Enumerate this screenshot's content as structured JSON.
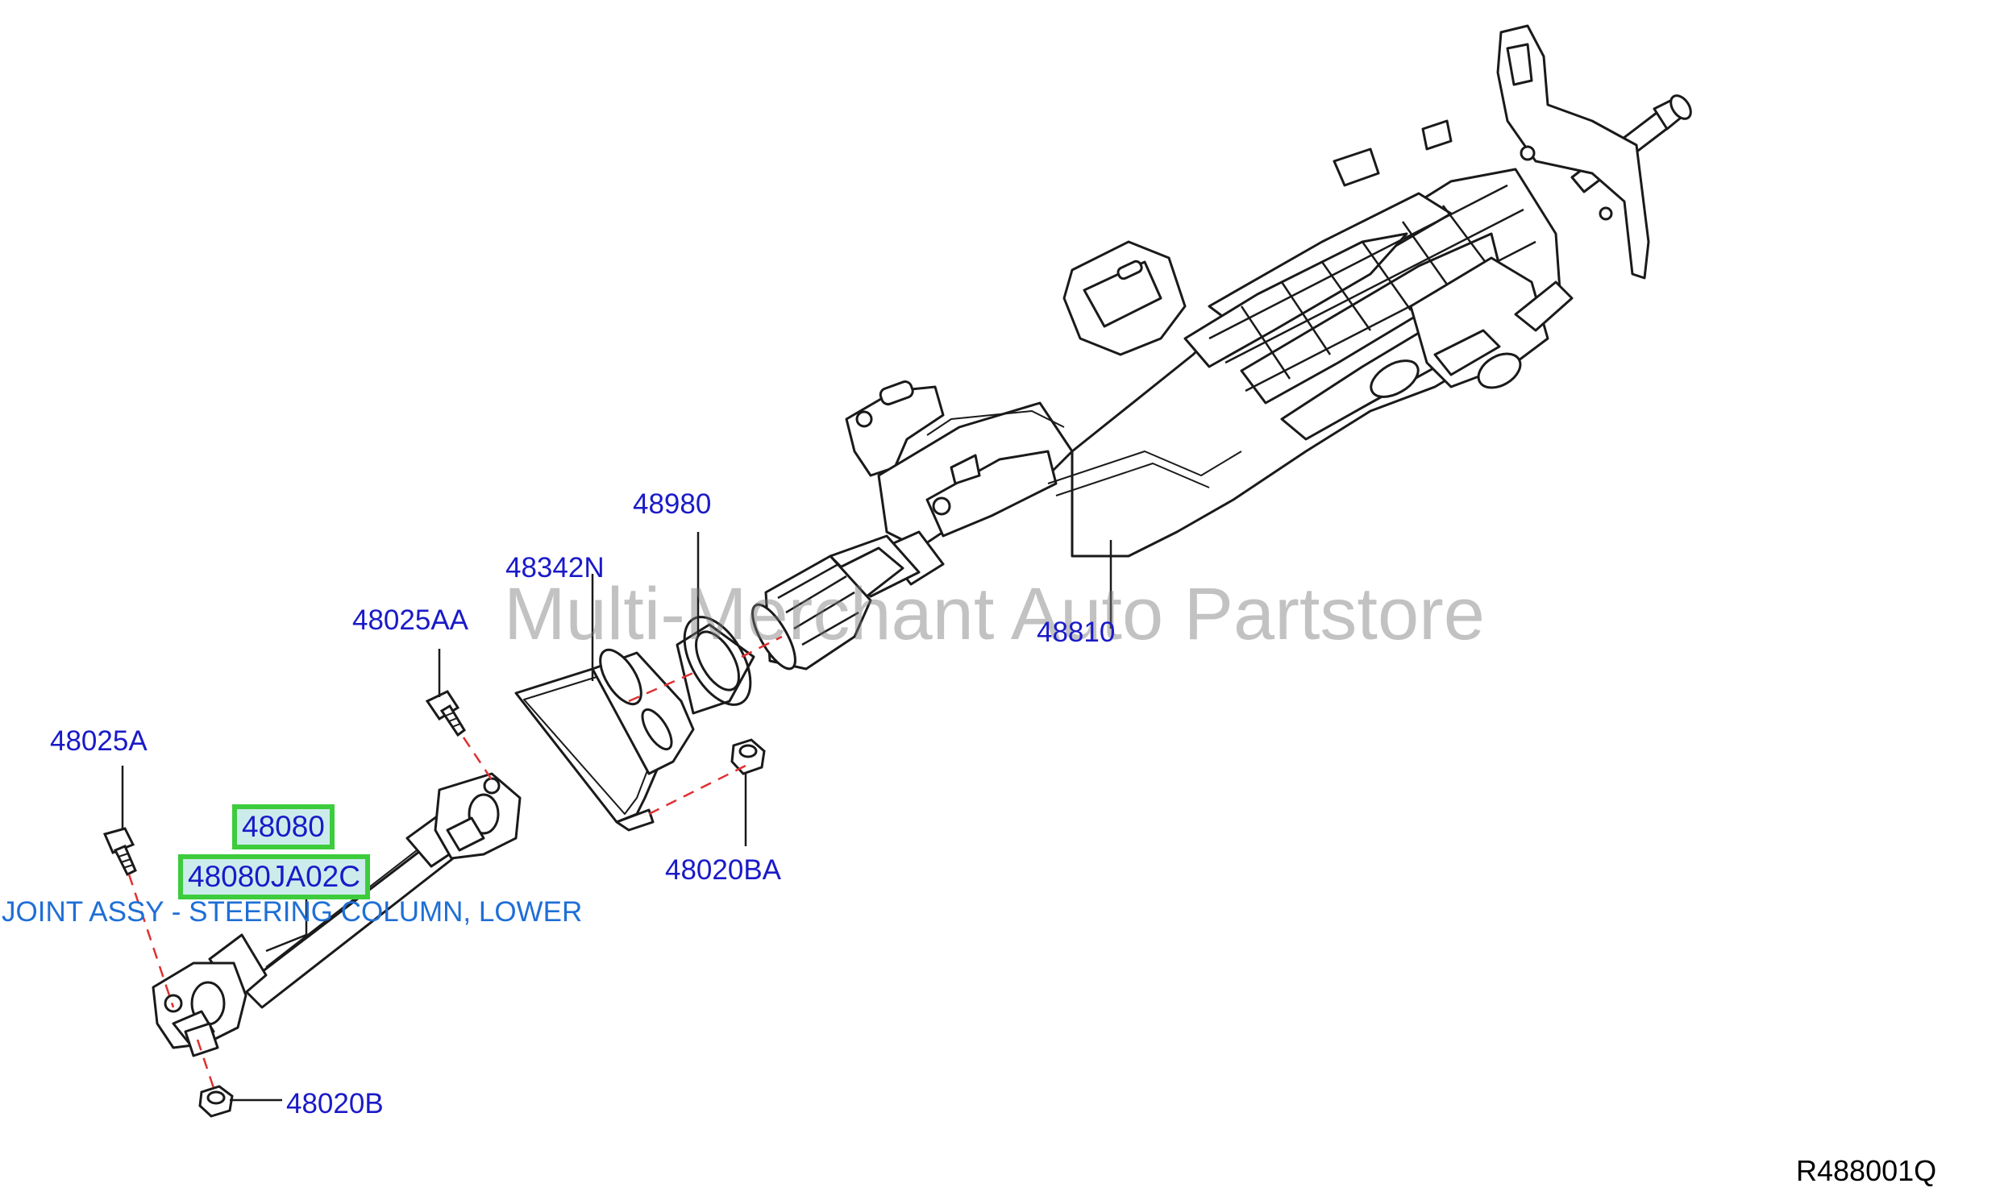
{
  "watermark": "Multi-Merchant Auto Partstore",
  "diagram_ref": "R488001Q",
  "callouts": {
    "c48980": "48980",
    "c48342N": "48342N",
    "c48810": "48810",
    "c48025AA": "48025AA",
    "c48025A": "48025A",
    "c48020BA": "48020BA",
    "c48020B": "48020B",
    "c48080": "48080"
  },
  "highlighted_part": {
    "part_number": "48080JA02C",
    "description": "JOINT ASSY - STEERING COLUMN, LOWER"
  },
  "colors": {
    "callout_text": "#1a1ac8",
    "description_text": "#1f6fd6",
    "highlight_border": "#3ccc3c",
    "highlight_fill": "#ccecec",
    "dashed_leader": "#e03030"
  }
}
